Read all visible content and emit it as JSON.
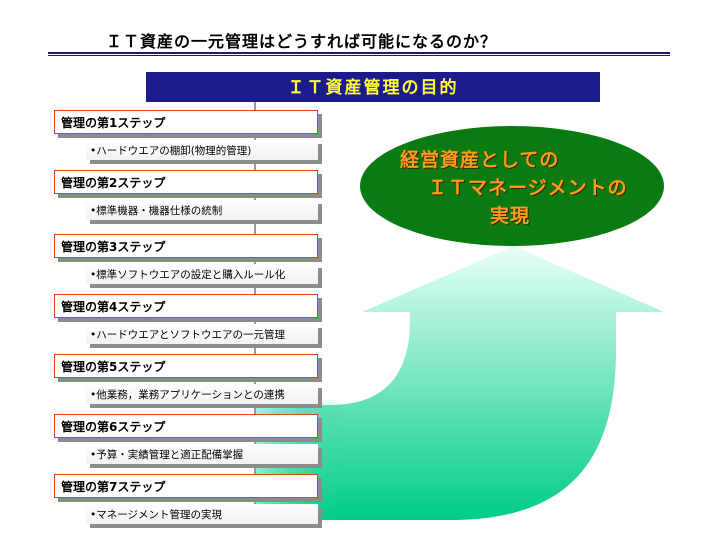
{
  "title": "ＩＴ資産の一元管理はどうすれば可能になるのか？",
  "banner": "ＩＴ資産管理の目的",
  "goal": {
    "line1": "経営資産としての",
    "line2": "ＩＴマネージメントの",
    "line3": "実現"
  },
  "steps": [
    {
      "label": "管理の第1ステップ",
      "detail": "•ハードウエアの棚卸(物理的管理)"
    },
    {
      "label": "管理の第2ステップ",
      "detail": "•標準機器・機器仕様の統制"
    },
    {
      "label": "管理の第3ステップ",
      "detail": "•標準ソフトウエアの設定と購入ルール化"
    },
    {
      "label": "管理の第4ステップ",
      "detail": "•ハードウエアとソフトウエアの一元管理"
    },
    {
      "label": "管理の第5ステップ",
      "detail": "•他業務，業務アプリケーションとの連携"
    },
    {
      "label": "管理の第6ステップ",
      "detail": "•予算・実績管理と適正配備掌握"
    },
    {
      "label": "管理の第7ステップ",
      "detail": "•マネージメント管理の実現"
    }
  ],
  "colors": {
    "banner_bg": "#1b1b8f",
    "banner_text": "#ffff33",
    "ellipse": "#0a7a12",
    "goal_text": "#ff9a1a",
    "step_border": "#d24a1a"
  }
}
